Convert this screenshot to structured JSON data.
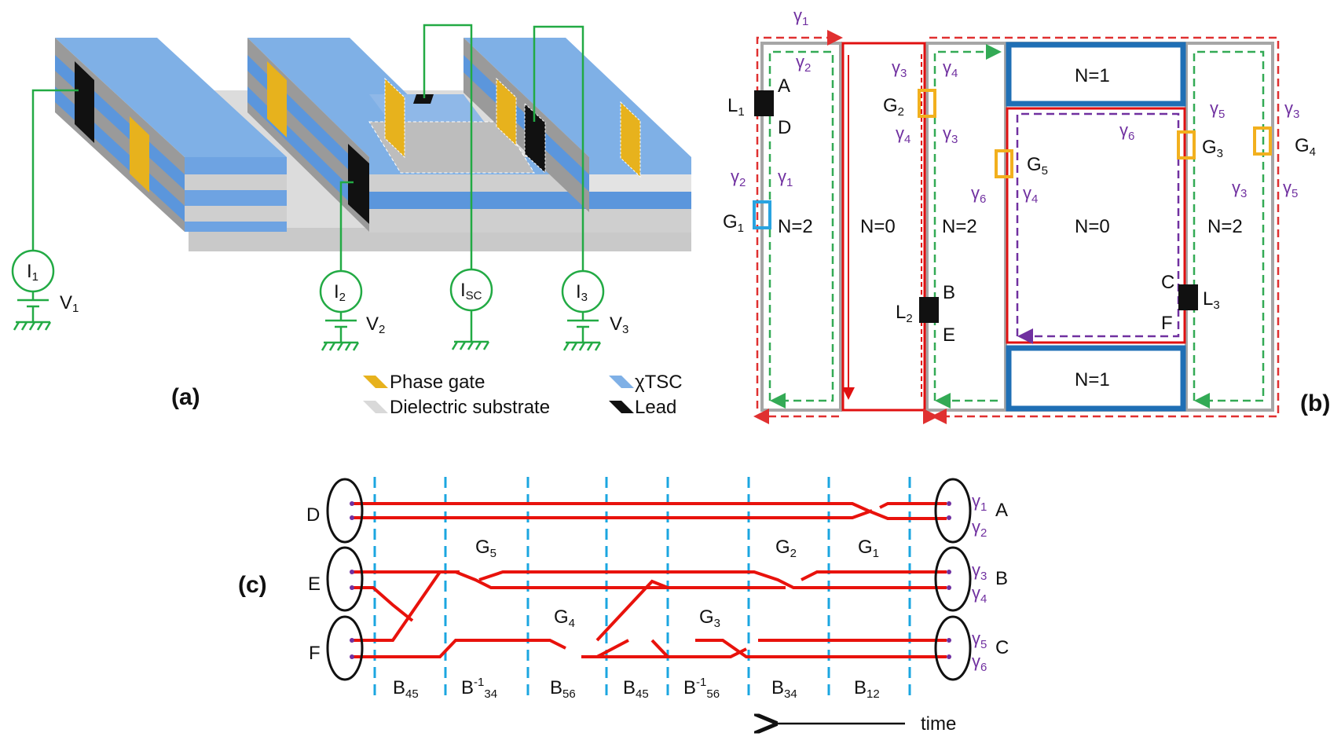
{
  "panels": {
    "a": "(a)",
    "b": "(b)",
    "c": "(c)"
  },
  "panel_a": {
    "sources": {
      "i1": {
        "main": "I",
        "sub": "1"
      },
      "i2": {
        "main": "I",
        "sub": "2"
      },
      "isc": {
        "main": "I",
        "sub": "SC"
      },
      "i3": {
        "main": "I",
        "sub": "3"
      }
    },
    "voltages": {
      "v1": {
        "main": "V",
        "sub": "1"
      },
      "v2": {
        "main": "V",
        "sub": "2"
      },
      "v3": {
        "main": "V",
        "sub": "3"
      }
    },
    "legend": {
      "phase_gate": "Phase gate",
      "dielectric": "Dielectric substrate",
      "chi_tsc": "χTSC",
      "lead": "Lead"
    },
    "colors": {
      "tsc_top": "#7fb0e6",
      "tsc_side": "#5b96dc",
      "substrate": "#d9d9d9",
      "gate": "#e7b21d",
      "lead": "#111111",
      "wire": "#22aa44"
    }
  },
  "panel_b": {
    "regions": {
      "n2_left": "N=2",
      "n0_left": "N=0",
      "n2_mid": "N=2",
      "n1_top": "N=1",
      "n0_right": "N=0",
      "n1_bottom": "N=1",
      "n2_right": "N=2"
    },
    "leads": {
      "l1": {
        "main": "L",
        "sub": "1"
      },
      "l2": {
        "main": "L",
        "sub": "2"
      },
      "l3": {
        "main": "L",
        "sub": "3"
      }
    },
    "gates": {
      "g1": {
        "main": "G",
        "sub": "1"
      },
      "g2": {
        "main": "G",
        "sub": "2"
      },
      "g3": {
        "main": "G",
        "sub": "3"
      },
      "g4": {
        "main": "G",
        "sub": "4"
      },
      "g5": {
        "main": "G",
        "sub": "5"
      }
    },
    "points": {
      "a": "A",
      "b": "B",
      "c": "C",
      "d": "D",
      "e": "E",
      "f": "F"
    },
    "gammas": {
      "top": {
        "main": "γ",
        "sub": "1"
      },
      "left_inner": {
        "main": "γ",
        "sub": "2"
      },
      "left_outer_mid": {
        "main": "γ",
        "sub": "2"
      },
      "left_inner_mid": {
        "main": "γ",
        "sub": "1"
      },
      "n0_top": {
        "main": "γ",
        "sub": "3"
      },
      "n0_mid": {
        "main": "γ",
        "sub": "4"
      },
      "mid_top": {
        "main": "γ",
        "sub": "4"
      },
      "mid_mid": {
        "main": "γ",
        "sub": "3"
      },
      "mid_low": {
        "main": "γ",
        "sub": "6"
      },
      "inner_top": {
        "main": "γ",
        "sub": "6"
      },
      "inner_left": {
        "main": "γ",
        "sub": "4"
      },
      "right_top": {
        "main": "γ",
        "sub": "5"
      },
      "right_mid": {
        "main": "γ",
        "sub": "3"
      },
      "outer_top": {
        "main": "γ",
        "sub": "3"
      },
      "outer_mid": {
        "main": "γ",
        "sub": "5"
      }
    },
    "colors": {
      "chiral_outer": "#e03030",
      "chiral_inner": "#33aa55",
      "chiral_core": "#7030a0",
      "n0_border": "#e01010",
      "n1_border": "#1f6fb5",
      "frame": "#a6a6a6",
      "gate_g1": "#29a3e0",
      "gate_other": "#f2b01e"
    }
  },
  "panel_c": {
    "left_labels": {
      "d": "D",
      "e": "E",
      "f": "F"
    },
    "right_labels": {
      "a": "A",
      "b": "B",
      "c": "C"
    },
    "gammas": {
      "g1": {
        "main": "γ",
        "sub": "1"
      },
      "g2": {
        "main": "γ",
        "sub": "2"
      },
      "g3": {
        "main": "γ",
        "sub": "3"
      },
      "g4": {
        "main": "γ",
        "sub": "4"
      },
      "g5": {
        "main": "γ",
        "sub": "5"
      },
      "g6": {
        "main": "γ",
        "sub": "6"
      }
    },
    "gate_labels": {
      "g5": {
        "main": "G",
        "sub": "5"
      },
      "g4": {
        "main": "G",
        "sub": "4"
      },
      "g3": {
        "main": "G",
        "sub": "3"
      },
      "g2": {
        "main": "G",
        "sub": "2"
      },
      "g1": {
        "main": "G",
        "sub": "1"
      }
    },
    "braids": [
      {
        "main": "B",
        "sup": "",
        "sub": "45"
      },
      {
        "main": "B",
        "sup": "-1",
        "sub": "34"
      },
      {
        "main": "B",
        "sup": "",
        "sub": "56"
      },
      {
        "main": "B",
        "sup": "",
        "sub": "45"
      },
      {
        "main": "B",
        "sup": "-1",
        "sub": "56"
      },
      {
        "main": "B",
        "sup": "",
        "sub": "34"
      },
      {
        "main": "B",
        "sup": "",
        "sub": "12"
      }
    ],
    "time_label": "time",
    "colors": {
      "line": "#e8120c",
      "divider": "#1ba6e0"
    }
  }
}
